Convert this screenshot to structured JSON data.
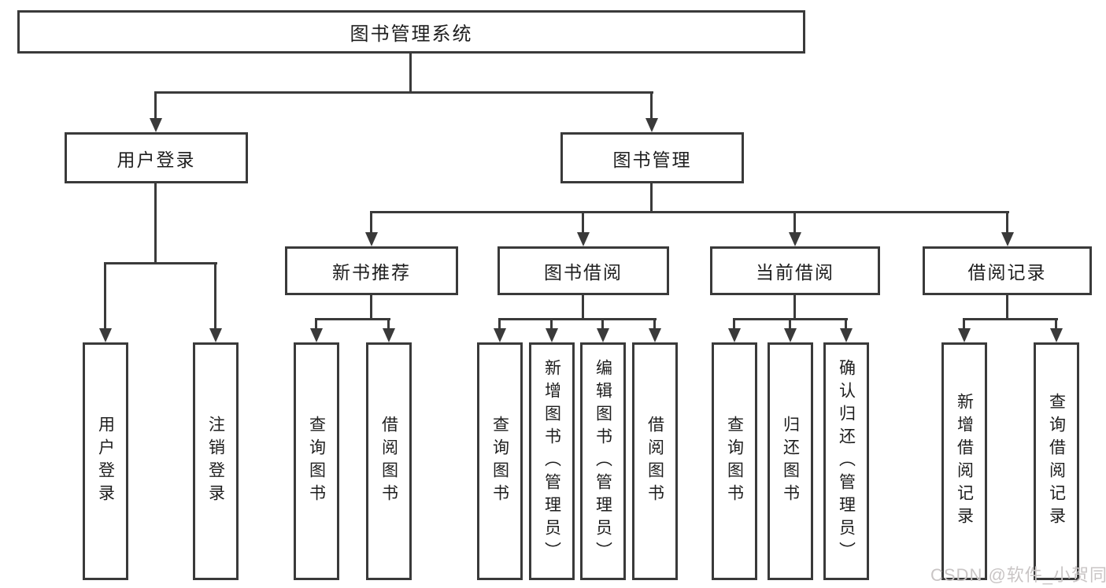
{
  "diagram": {
    "type": "hierarchy",
    "root": {
      "label": "图书管理系统"
    },
    "branches": [
      {
        "label": "用户登录",
        "leaves": [
          "用户登录",
          "注销登录"
        ]
      },
      {
        "label": "图书管理",
        "children": [
          {
            "label": "新书推荐",
            "leaves": [
              "查询图书",
              "借阅图书"
            ]
          },
          {
            "label": "图书借阅",
            "leaves": [
              "查询图书",
              "新增图书（管理员）",
              "编辑图书（管理员）",
              "借阅图书"
            ]
          },
          {
            "label": "当前借阅",
            "leaves": [
              "查询图书",
              "归还图书",
              "确认归还（管理员）"
            ]
          },
          {
            "label": "借阅记录",
            "leaves": [
              "新增借阅记录",
              "查询借阅记录"
            ]
          }
        ]
      }
    ]
  },
  "colors": {
    "line": "#3a3a3a",
    "text": "#1e1e1e",
    "background": "#ffffff",
    "watermark": "#c9c5c5"
  },
  "watermark": {
    "text": "CSDN @软件_小贺同学"
  }
}
